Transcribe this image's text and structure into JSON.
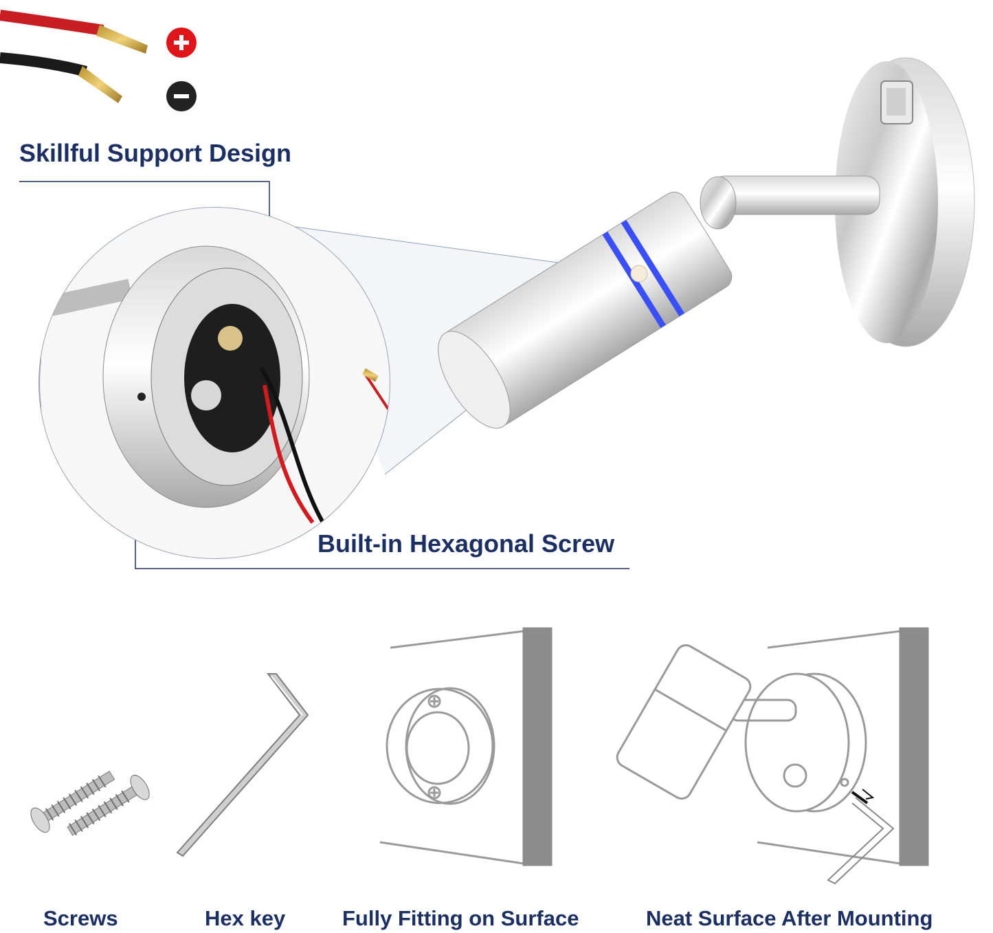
{
  "headings": {
    "support": "Skillful Support Design",
    "screw": "Built-in Hexagonal Screw"
  },
  "accessories": [
    {
      "label": "Screws",
      "icon": "screws-icon"
    },
    {
      "label": "Hex key",
      "icon": "hex-key-icon"
    },
    {
      "label": "Fully Fitting on Surface",
      "icon": "fitting-diagram-icon"
    },
    {
      "label": "Neat Surface After Mounting",
      "icon": "mounted-lamp-diagram-icon"
    }
  ],
  "wire_symbols": {
    "positive": "+",
    "negative": "−"
  },
  "colors": {
    "heading": "#1c2f63",
    "positive": "#e0141b",
    "negative": "#222222",
    "led_ring": "#3a4ff5",
    "diagram_gray": "#9a9a9a",
    "wall_gray": "#8c8c8c"
  }
}
